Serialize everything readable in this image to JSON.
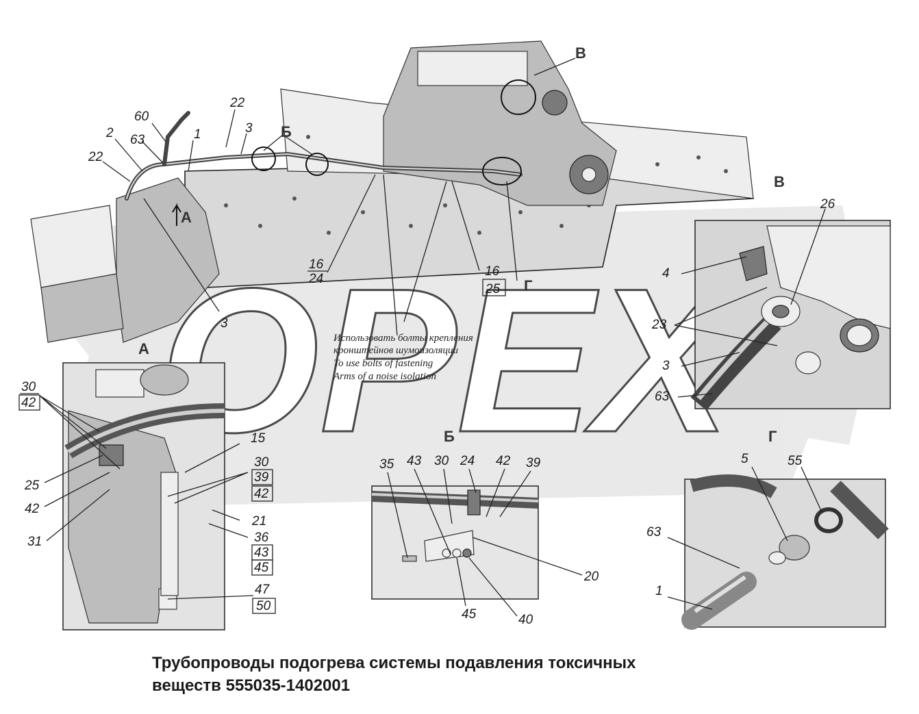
{
  "title": {
    "line1": "Трубопроводы подогрева системы подавления токсичных",
    "line2": "веществ 555035-1402001"
  },
  "watermark": "ОРЕХ",
  "note": {
    "ru_line1": "Использовать болты крепления",
    "ru_line2": "кронштейнов шумоизоляции",
    "en_line1": "To use bolts of fastening",
    "en_line2": "Arms of a noise isolation"
  },
  "section_labels": {
    "A_main": "А",
    "A_view": "А",
    "B_main": "Б",
    "B_view": "Б",
    "V_main": "В",
    "V_view": "В",
    "G_main": "Г",
    "G_view": "Г"
  },
  "callouts_main": {
    "c60": "60",
    "c22a": "22",
    "c3a": "3",
    "c2": "2",
    "c63": "63",
    "c1": "1",
    "c22b": "22",
    "c3b": "3",
    "c16a": "16",
    "c24": "24",
    "c16b": "16",
    "c25": "25"
  },
  "callouts_A": {
    "c30": "30",
    "c42a": "42",
    "c15": "15",
    "c30b": "30",
    "c39": "39",
    "c42b": "42",
    "c25": "25",
    "c42c": "42",
    "c21": "21",
    "c36": "36",
    "c43": "43",
    "c45": "45",
    "c31": "31",
    "c47": "47",
    "c50": "50"
  },
  "callouts_B": {
    "c35": "35",
    "c43": "43",
    "c30": "30",
    "c24": "24",
    "c42": "42",
    "c39": "39",
    "c20": "20",
    "c45": "45",
    "c40": "40"
  },
  "callouts_V": {
    "c26": "26",
    "c4": "4",
    "c23": "23",
    "c3": "3",
    "c63": "63"
  },
  "callouts_G": {
    "c5": "5",
    "c55": "55",
    "c63": "63",
    "c1": "1"
  }
}
